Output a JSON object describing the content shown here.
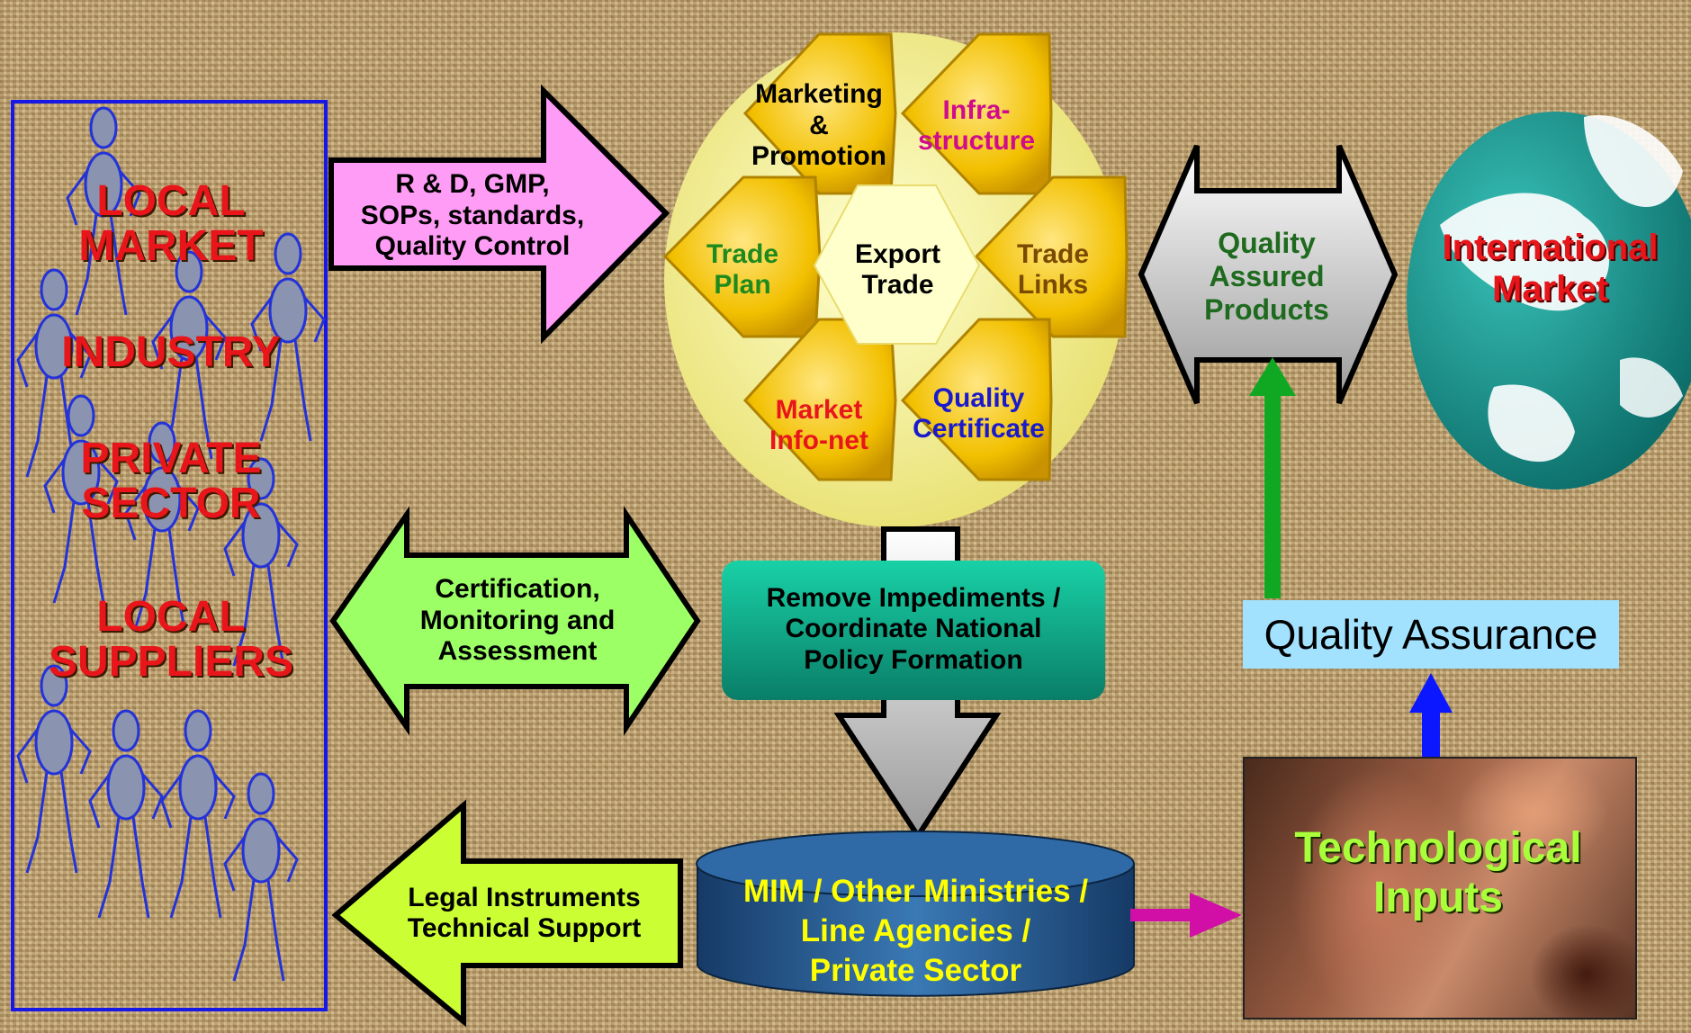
{
  "left_panel": {
    "labels": [
      "LOCAL MARKET",
      "INDUSTRY",
      "PRIVATE SECTOR",
      "LOCAL SUPPLIERS"
    ]
  },
  "arrows": {
    "rd": "R & D, GMP,\nSOPs, standards,\nQuality Control",
    "certification": "Certification,\nMonitoring and\nAssessment",
    "legal": "Legal Instruments\nTechnical Support",
    "quality_assured": "Quality\nAssured\nProducts"
  },
  "hexagons": {
    "center": "Export\nTrade",
    "marketing": "Marketing\n&\nPromotion",
    "infrastructure": "Infra-\nstructure",
    "trade_plan": "Trade\nPlan",
    "trade_links": "Trade\nLinks",
    "market_info": "Market\nInfo-net",
    "quality_certificate": "Quality\nCertificate"
  },
  "globe_label": "International\nMarket",
  "remove_impediments": "Remove Impediments /\nCoordinate National\nPolicy Formation",
  "ministries": "MIM / Other Ministries /\nLine Agencies /\nPrivate Sector",
  "quality_assurance": "Quality Assurance",
  "technological_inputs": "Technological\nInputs",
  "colors": {
    "pink_arrow": "#ff9cf5",
    "green_arrow": "#9cff66",
    "lime_arrow": "#ccff33",
    "hex_gold": "#f5c400",
    "teal_box": "#12a98a",
    "cylinder": "#1f5a8c",
    "globe": "#1f9a93",
    "qa_box": "#a3e2ff"
  }
}
